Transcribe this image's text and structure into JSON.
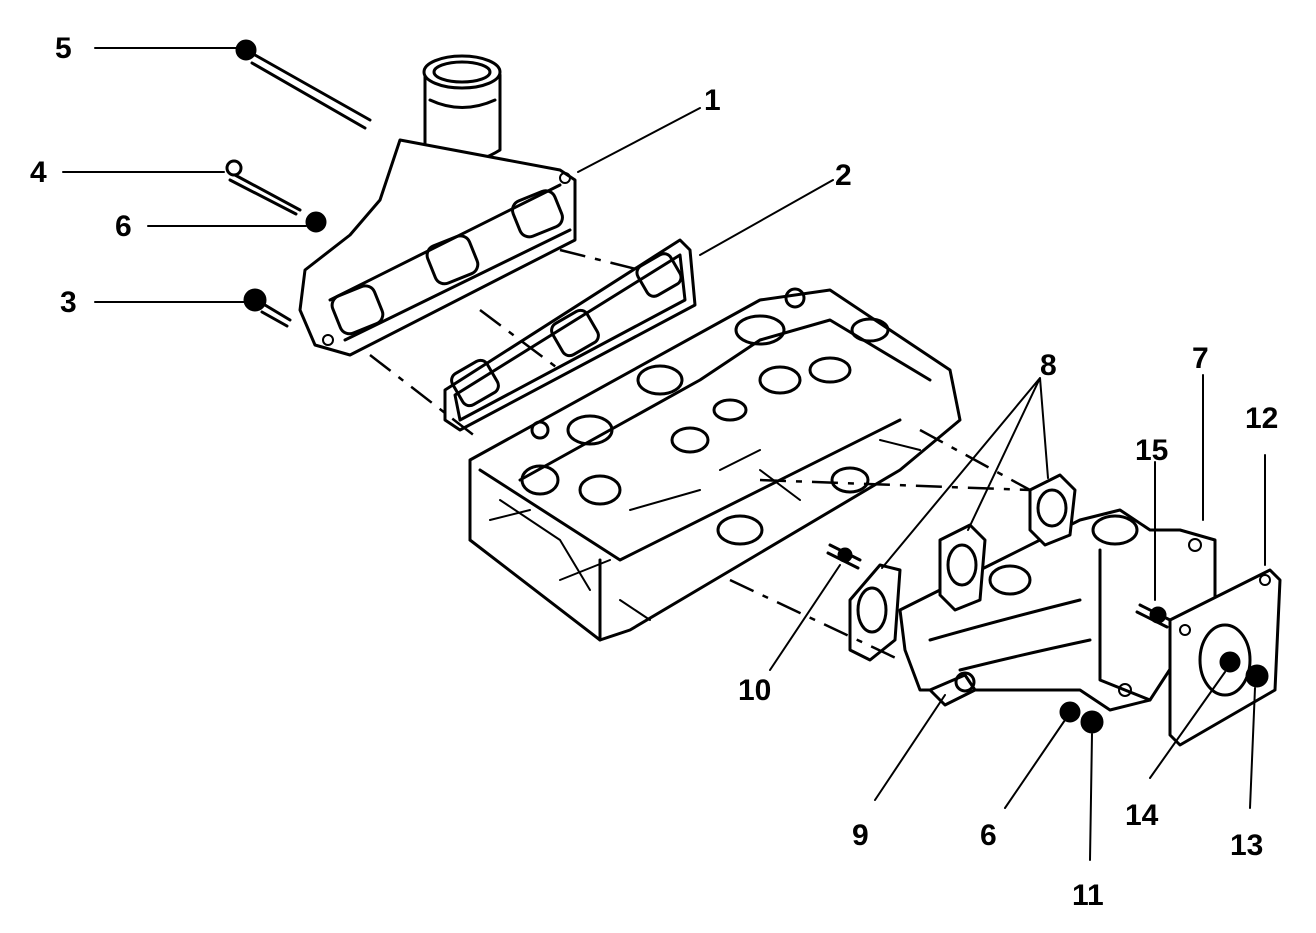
{
  "callouts": {
    "c1": "1",
    "c2": "2",
    "c3": "3",
    "c4": "4",
    "c5": "5",
    "c6a": "6",
    "c6b": "6",
    "c7": "7",
    "c8": "8",
    "c9": "9",
    "c10": "10",
    "c11": "11",
    "c12": "12",
    "c13": "13",
    "c14": "14",
    "c15": "15"
  }
}
